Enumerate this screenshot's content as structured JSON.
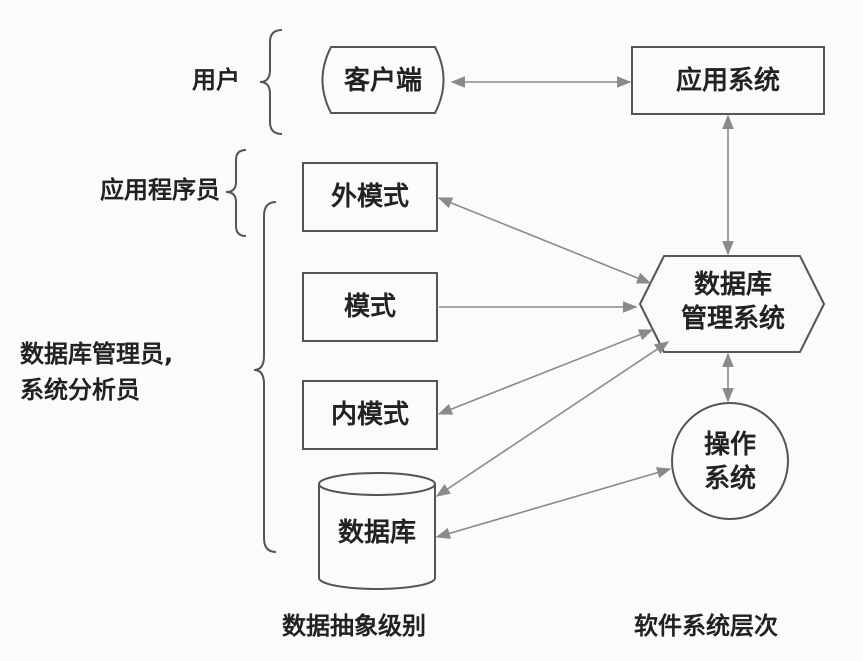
{
  "roles": {
    "user": "用户",
    "app_programmer": "应用程序员",
    "dba_line1": "数据库管理员,",
    "dba_line2": "系统分析员"
  },
  "nodes": {
    "client": "客户端",
    "app_system": "应用系统",
    "external_schema": "外模式",
    "schema": "模式",
    "internal_schema": "内模式",
    "database": "数据库",
    "dbms_line1": "数据库",
    "dbms_line2": "管理系统",
    "os_line1": "操作",
    "os_line2": "系统"
  },
  "captions": {
    "abstraction_levels": "数据抽象级别",
    "software_layers": "软件系统层次"
  },
  "colors": {
    "stroke": "#555555",
    "arrow": "#8a8a8a",
    "text": "#222222",
    "background": "#fbfbf9"
  }
}
